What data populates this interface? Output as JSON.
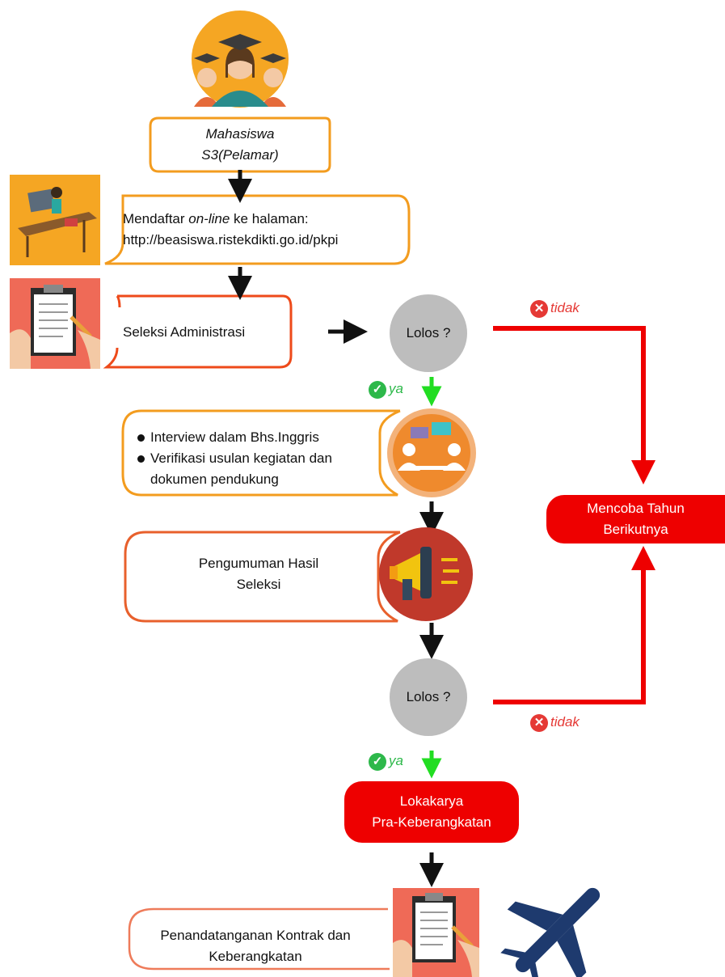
{
  "start": {
    "label_line1": "Mahasiswa",
    "label_line2": "S3(Pelamar)",
    "icon": "graduate-students-icon"
  },
  "step_register": {
    "prefix": "Mendaftar ",
    "emph": "on-line",
    "suffix": " ke halaman:",
    "url": "http://beasiswa.ristekdikti.go.id/pkpi",
    "icon": "desk-computer-icon"
  },
  "step_admin": {
    "label": "Seleksi Administrasi",
    "icon": "clipboard-icon"
  },
  "decision_1": {
    "label": "Lolos ?",
    "yes": "ya",
    "no": "tidak"
  },
  "step_interview": {
    "items": [
      "Interview dalam Bhs.Inggris",
      "Verifikasi usulan kegiatan dan dokumen pendukung"
    ],
    "icon": "meeting-chat-icon"
  },
  "step_announce": {
    "label_line1": "Pengumuman Hasil",
    "label_line2": "Seleksi",
    "icon": "megaphone-icon"
  },
  "decision_2": {
    "label": "Lolos ?",
    "yes": "ya",
    "no": "tidak"
  },
  "retry": {
    "label_line1": "Mencoba Tahun",
    "label_line2": "Berikutnya"
  },
  "workshop": {
    "label_line1": "Lokakarya",
    "label_line2": "Pra-Keberangkatan"
  },
  "final": {
    "label_line1": "Penandatanganan Kontrak  dan",
    "label_line2": "Keberangkatan",
    "icons": [
      "clipboard-icon",
      "airplane-icon"
    ]
  },
  "colors": {
    "orange": "#f39c1f",
    "red": "#ee0000",
    "deep_orange": "#e8602c",
    "green": "#22dd22",
    "gray": "#bdbdbd",
    "navy": "#1e3a6e"
  }
}
